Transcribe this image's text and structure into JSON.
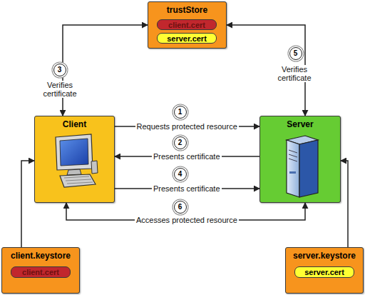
{
  "diagram": {
    "nodes": [
      {
        "text": [
          "trustStore"
        ]
      },
      {
        "text": [
          "client.cert"
        ],
        "in": 0
      },
      {
        "text": [
          "server.cert"
        ],
        "in": 0
      },
      {
        "text": [
          "Client"
        ]
      },
      {
        "text": [
          "Server"
        ]
      },
      {
        "text": [
          "client.keystore"
        ]
      },
      {
        "text": [
          "client.cert"
        ],
        "in": 5
      },
      {
        "text": [
          "server.keystore"
        ]
      },
      {
        "text": [
          "server.cert"
        ],
        "in": 7
      }
    ],
    "edges": [
      {
        "from": 3,
        "to": 4,
        "label": "Requests protected resource",
        "arrow": "to"
      },
      {
        "from": 4,
        "to": 3,
        "label": "Presents certificate",
        "arrow": "to"
      },
      {
        "from": 3,
        "to": 0,
        "label": "Verifies certificate",
        "arrow": "both"
      },
      {
        "from": 3,
        "to": 4,
        "label": "Presents certificate",
        "arrow": "to"
      },
      {
        "from": 4,
        "to": 0,
        "label": "Verifies certificate",
        "arrow": "both"
      },
      {
        "from": 4,
        "to": 3,
        "label": "Accesses protected resource",
        "arrow": "both"
      },
      {
        "from": 5,
        "to": 3,
        "arrow": "to"
      },
      {
        "from": 7,
        "to": 4,
        "arrow": "to"
      }
    ],
    "labels": [
      "1",
      "2",
      "3",
      "4",
      "5",
      "6"
    ]
  }
}
